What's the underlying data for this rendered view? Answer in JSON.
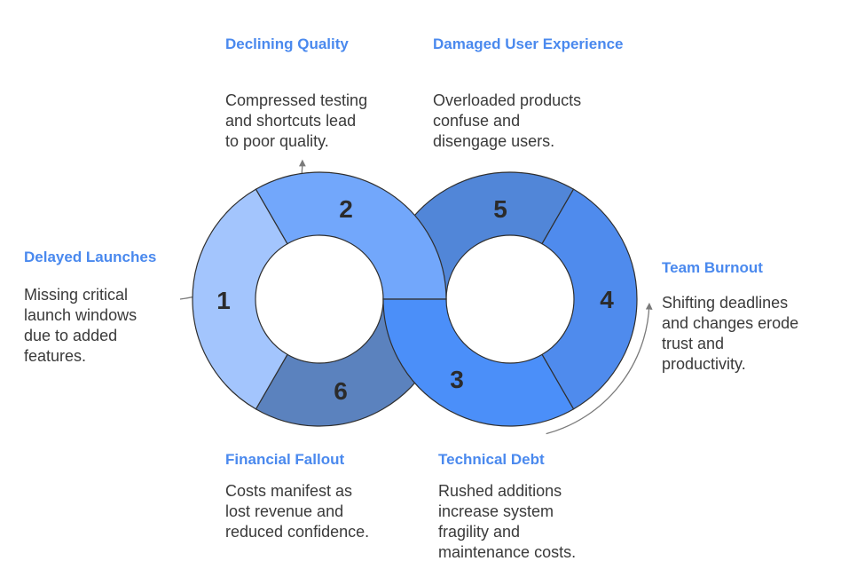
{
  "colors": {
    "title": "#4A89EE",
    "body": "#3a3a3a",
    "number": "#2b2b2b",
    "outline": "#2f2f2f",
    "arrow": "#7a7a7a",
    "segment_1": "#A3C5FD",
    "segment_2": "#72A7FB",
    "segment_3": "#4B8FF9",
    "segment_4": "#4F8BED",
    "segment_5": "#5186D8",
    "segment_6": "#5B82BE"
  },
  "segments": [
    {
      "number": "1",
      "title": "Delayed Launches",
      "lines": [
        "Missing critical",
        "launch windows",
        "due to added",
        "features."
      ]
    },
    {
      "number": "2",
      "title": "Declining Quality",
      "lines": [
        "Compressed testing",
        "and shortcuts lead",
        "to poor quality."
      ]
    },
    {
      "number": "3",
      "title": "Technical Debt",
      "lines": [
        "Rushed additions",
        "increase system",
        "fragility and",
        "maintenance costs."
      ]
    },
    {
      "number": "4",
      "title": "Team Burnout",
      "lines": [
        "Shifting deadlines",
        "and changes erode",
        "trust and",
        "productivity."
      ]
    },
    {
      "number": "5",
      "title": "Damaged User Experience",
      "lines": [
        "Overloaded products",
        "confuse and",
        "disengage users."
      ]
    },
    {
      "number": "6",
      "title": "Financial Fallout",
      "lines": [
        "Costs manifest as",
        "lost revenue and",
        "reduced confidence."
      ]
    }
  ]
}
